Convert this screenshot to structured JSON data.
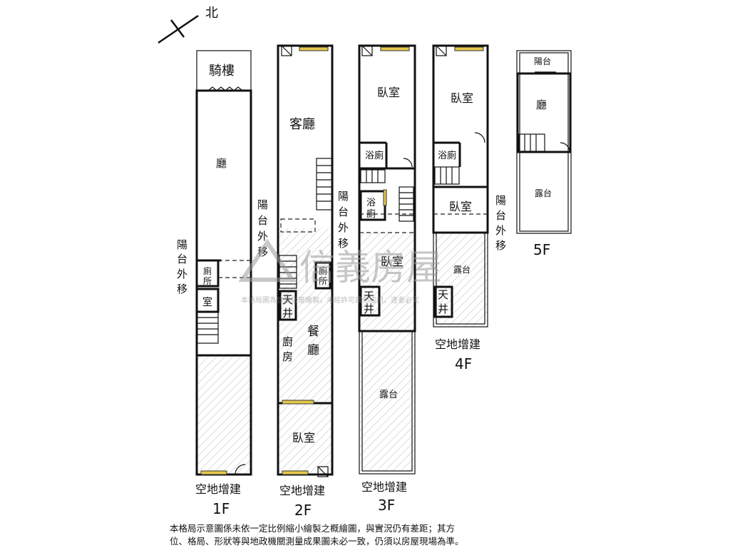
{
  "compass": {
    "north": "北"
  },
  "floors": {
    "f1": {
      "label": "1F",
      "under": "空地增建",
      "rooms": {
        "arcade": "騎樓",
        "hall": "廳",
        "toilet_a": "廁",
        "toilet_b": "所",
        "room": "室",
        "move_a": "陽",
        "move_b": "台",
        "move_c": "外",
        "move_d": "移"
      }
    },
    "f2": {
      "label": "2F",
      "under": "空地增建",
      "rooms": {
        "living": "客廳",
        "toilet_a": "廁",
        "toilet_b": "所",
        "well_a": "天",
        "well_b": "井",
        "kitchen_a": "廚",
        "kitchen_b": "房",
        "dining_a": "餐",
        "dining_b": "廳",
        "bedroom": "臥室",
        "move_a": "陽",
        "move_b": "台",
        "move_c": "外",
        "move_d": "移"
      }
    },
    "f3": {
      "label": "3F",
      "under": "空地增建",
      "rooms": {
        "bedroom_top": "臥室",
        "bath": "浴廁",
        "bath2_a": "浴",
        "bath2_b": "廁",
        "bedroom_mid": "臥室",
        "well_a": "天",
        "well_b": "井",
        "terrace": "露台",
        "move_a": "陽",
        "move_b": "台",
        "move_c": "外",
        "move_d": "移"
      }
    },
    "f4": {
      "label": "4F",
      "under": "空地增建",
      "rooms": {
        "bedroom_top": "臥室",
        "bath": "浴廁",
        "bedroom_mid": "臥室",
        "terrace": "露台",
        "well_a": "天",
        "well_b": "井",
        "move_a": "陽",
        "move_b": "台",
        "move_c": "外",
        "move_d": "移"
      }
    },
    "f5": {
      "label": "5F",
      "rooms": {
        "balcony": "陽台",
        "hall": "廳",
        "terrace": "露台"
      }
    }
  },
  "watermark": {
    "brand": "信義房屋",
    "notice": "本格局圖為信義房屋繪製，未經許可請勿盜用，違者必究"
  },
  "disclaimer": {
    "line1": "本格局示意圖係未依一定比例縮小繪製之概繪圖，與實況仍有差距；其方",
    "line2": "位、格局、形狀等與地政機關測量成果圖未必一致，仍須以房屋現場為準。"
  },
  "colors": {
    "window": "#e6c84a",
    "wall": "#111111",
    "watermark": "#9a9a9a"
  }
}
